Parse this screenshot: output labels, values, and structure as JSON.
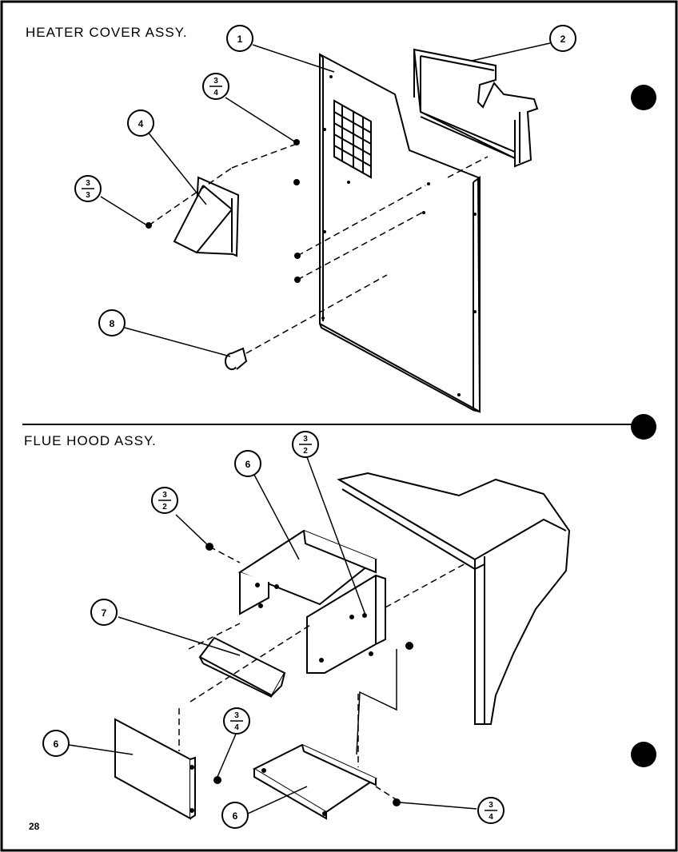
{
  "sections": {
    "heater_cover": {
      "title": "HEATER COVER ASSY."
    },
    "flue_hood": {
      "title": "FLUE HOOD ASSY."
    }
  },
  "callouts": {
    "c1": "1",
    "c2": "2",
    "c3a_top": "3",
    "c3a_bot": "4",
    "c3b_top": "3",
    "c3b_bot": "3",
    "c4": "4",
    "c8": "8",
    "c6a": "6",
    "c3c_top": "3",
    "c3c_bot": "2",
    "c3d_top": "3",
    "c3d_bot": "2",
    "c7": "7",
    "c6b": "6",
    "c3e_top": "3",
    "c3e_bot": "4",
    "c6c": "6",
    "c3f_top": "3",
    "c3f_bot": "4"
  },
  "page_number": "28"
}
